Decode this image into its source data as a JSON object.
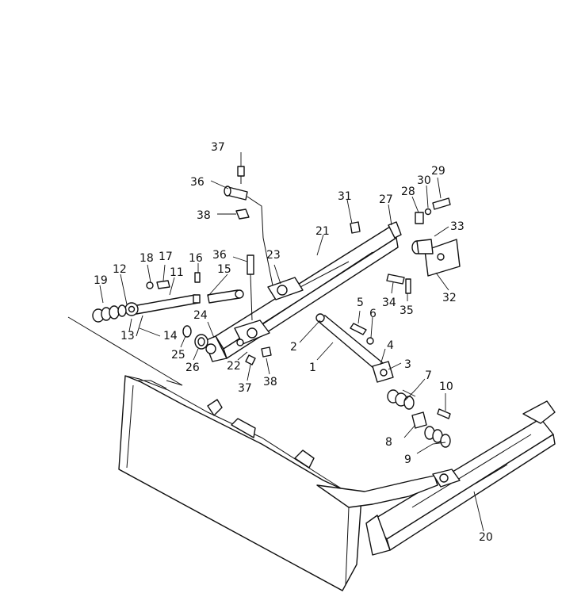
{
  "callouts": [
    {
      "id": "c1",
      "text": "1"
    },
    {
      "id": "c2",
      "text": "2"
    },
    {
      "id": "c3",
      "text": "3"
    },
    {
      "id": "c4",
      "text": "4"
    },
    {
      "id": "c5",
      "text": "5"
    },
    {
      "id": "c6",
      "text": "6"
    },
    {
      "id": "c7",
      "text": "7"
    },
    {
      "id": "c8",
      "text": "8"
    },
    {
      "id": "c9",
      "text": "9"
    },
    {
      "id": "c10",
      "text": "10"
    },
    {
      "id": "c11",
      "text": "11"
    },
    {
      "id": "c12",
      "text": "12"
    },
    {
      "id": "c13",
      "text": "13"
    },
    {
      "id": "c14",
      "text": "14"
    },
    {
      "id": "c15",
      "text": "15"
    },
    {
      "id": "c16",
      "text": "16"
    },
    {
      "id": "c17",
      "text": "17"
    },
    {
      "id": "c18",
      "text": "18"
    },
    {
      "id": "c19",
      "text": "19"
    },
    {
      "id": "c20",
      "text": "20"
    },
    {
      "id": "c21",
      "text": "21"
    },
    {
      "id": "c22",
      "text": "22"
    },
    {
      "id": "c23",
      "text": "23"
    },
    {
      "id": "c24",
      "text": "24"
    },
    {
      "id": "c25",
      "text": "25"
    },
    {
      "id": "c26",
      "text": "26"
    },
    {
      "id": "c27",
      "text": "27"
    },
    {
      "id": "c28",
      "text": "28"
    },
    {
      "id": "c29",
      "text": "29"
    },
    {
      "id": "c30",
      "text": "30"
    },
    {
      "id": "c31",
      "text": "31"
    },
    {
      "id": "c32",
      "text": "32"
    },
    {
      "id": "c33",
      "text": "33"
    },
    {
      "id": "c34",
      "text": "34"
    },
    {
      "id": "c35",
      "text": "35"
    },
    {
      "id": "c36a",
      "text": "36"
    },
    {
      "id": "c36b",
      "text": "36"
    },
    {
      "id": "c37a",
      "text": "37"
    },
    {
      "id": "c37b",
      "text": "37"
    },
    {
      "id": "c38a",
      "text": "38"
    },
    {
      "id": "c38b",
      "text": "38"
    }
  ],
  "colors": {
    "line": "#111111",
    "background": "#ffffff"
  }
}
